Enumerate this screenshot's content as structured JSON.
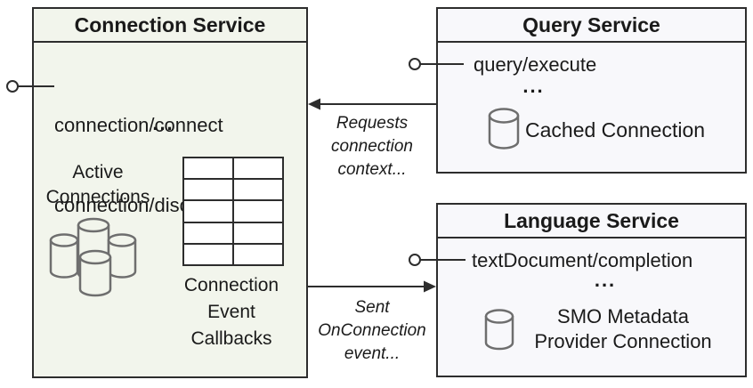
{
  "connection_service": {
    "title": "Connection Service",
    "method_1": "connection/connect",
    "method_2": "connection/disconnect",
    "ellipsis": "...",
    "active_connections": {
      "line1": "Active",
      "line2": "Connections"
    },
    "callbacks_label": {
      "line1": "Connection",
      "line2": "Event",
      "line3": "Callbacks"
    },
    "table": {
      "rows": 5,
      "cols": 2
    }
  },
  "query_service": {
    "title": "Query Service",
    "method_1": "query/execute",
    "ellipsis": "...",
    "cached_connection_label": "Cached Connection"
  },
  "language_service": {
    "title": "Language Service",
    "method_1": "textDocument/completion",
    "ellipsis": "...",
    "smo_label": {
      "line1": "SMO Metadata",
      "line2": "Provider Connection"
    }
  },
  "edges": {
    "requests_connection": {
      "line1": "Requests",
      "line2": "connection",
      "line3": "context..."
    },
    "sent_onconnection": {
      "line1": "Sent",
      "line2": "OnConnection",
      "line3": "event..."
    }
  },
  "icons": {
    "lollipop": "provided-interface-icon",
    "database": "database-cylinder-icon",
    "arrow": "solid-arrow"
  },
  "colors": {
    "connection_box_fill": "#f2f5ec",
    "service_box_fill": "#f8f8fb",
    "border": "#2d2d2d",
    "text": "#1a1a1a",
    "cylinder_stroke": "#6e6e6e",
    "table_cell_fill": "#ffffff"
  }
}
